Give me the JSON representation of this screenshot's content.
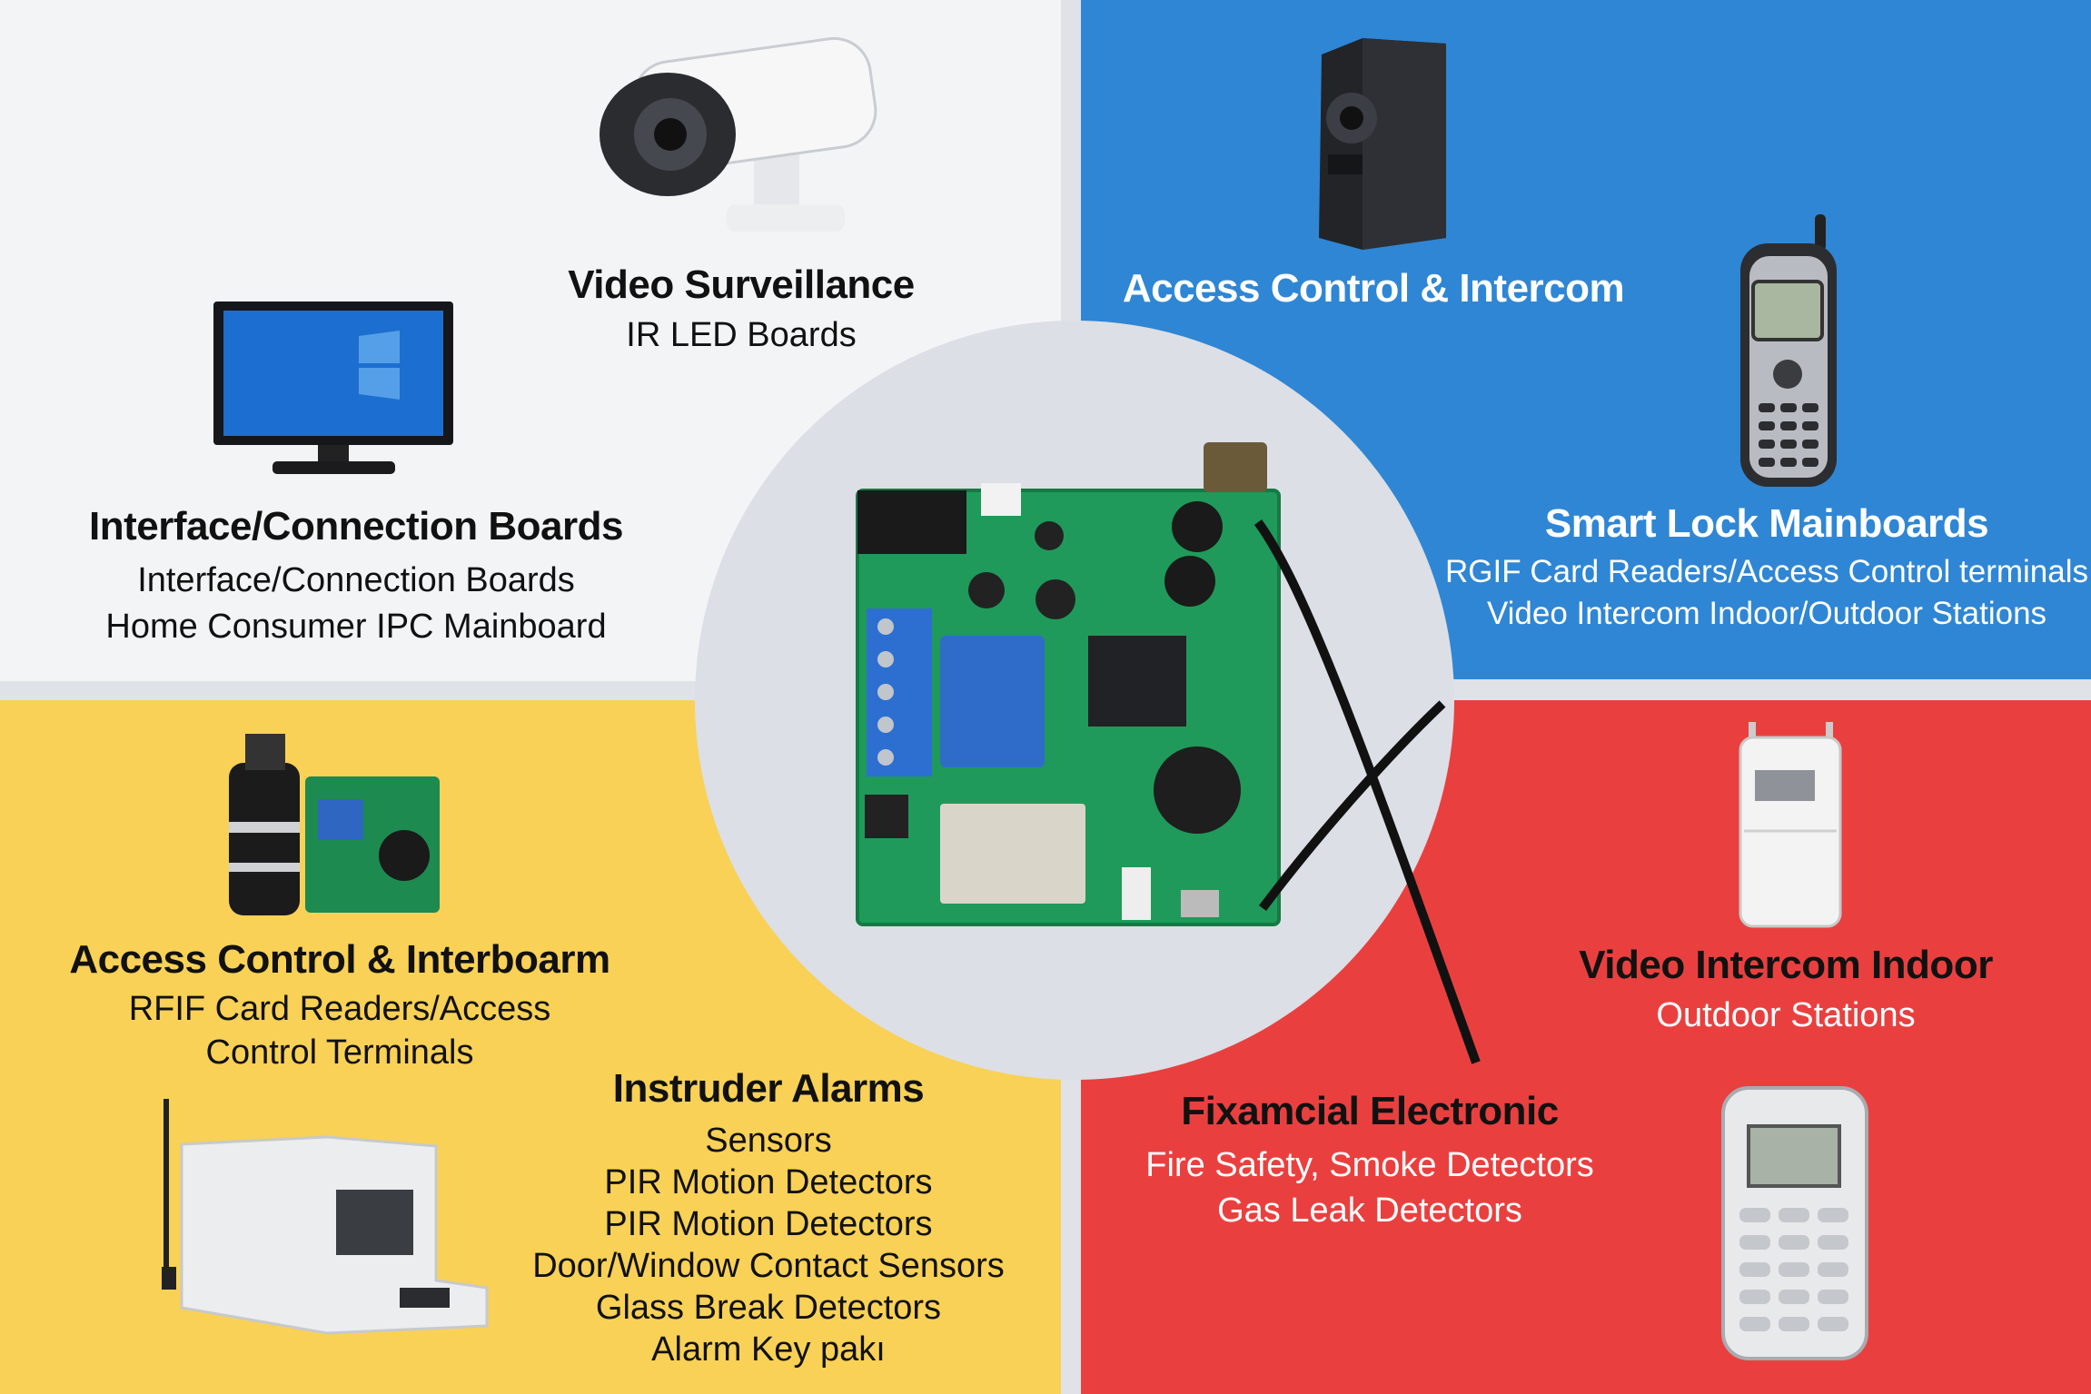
{
  "colors": {
    "top_left": "#f3f4f6",
    "top_right": "#2f86d4",
    "bottom_left": "#f8d156",
    "bottom_right": "#e9403f",
    "center": "#dcdfe5",
    "pcb": "#1f9a5a"
  },
  "sections": {
    "video_surveillance": {
      "title": "Video Surveillance",
      "lines": [
        "IR LED Boards"
      ]
    },
    "access_intercom": {
      "title": "Access Control & Intercom",
      "lines": []
    },
    "interface_boards": {
      "title": "Interface/Connection Boards",
      "lines": [
        "Interface/Connection Boards",
        "Home Consumer IPC Mainboard"
      ]
    },
    "smart_lock": {
      "title": "Smart Lock Mainboards",
      "lines": [
        "RGIF Card Readers/Access Control terminals",
        "Video Intercom Indoor/Outdoor Stations"
      ]
    },
    "access_interboarm": {
      "title": "Access Control & Interboarm",
      "lines": [
        "RFIF Card Readers/Access",
        "Control Terminals"
      ]
    },
    "video_intercom": {
      "title": "Video Intercom Indoor",
      "lines": [
        "Outdoor Stations"
      ]
    },
    "intruder_alarms": {
      "title": "Instruder Alarms",
      "lines": [
        "Sensors",
        "PIR Motion Detectors",
        "PIR Motion Detectors",
        "Door/Window Contact Sensors",
        "Glass Break Detectors",
        "Alarm Key pakı"
      ]
    },
    "fixamcial": {
      "title": "Fixamcial Electronic",
      "lines": [
        "Fire Safety, Smoke Detectors",
        "Gas Leak Detectors"
      ]
    }
  }
}
